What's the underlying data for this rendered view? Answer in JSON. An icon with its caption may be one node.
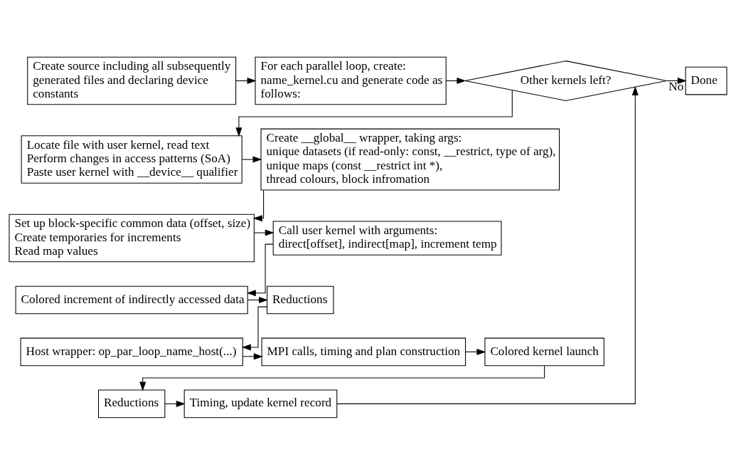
{
  "diagram": {
    "nodes": [
      {
        "text": [
          "Create source including all subsequently generated files and declaring device constants"
        ]
      },
      {
        "text": [
          "For each parallel loop, create: name_kernel.cu and generate code as follows:"
        ]
      },
      {
        "text": [
          "Other kernels left?"
        ]
      },
      {
        "text": [
          "Done"
        ]
      },
      {
        "text": [
          "Locate file with user kernel, read text",
          "Perform changes in access patterns (SoA)",
          "Paste user kernel with __device__ qualifier"
        ]
      },
      {
        "text": [
          "Create __global__ wrapper, taking args:",
          "unique datasets (if read-only: const, __restrict, type of arg),",
          "unique maps (const __restrict int *),",
          "thread colours, block infromation"
        ]
      },
      {
        "text": [
          "Set up block-specific common data (offset, size)",
          "Create temporaries for increments",
          "Read map values"
        ]
      },
      {
        "text": [
          "Call user kernel with arguments:",
          "direct[offset], indirect[map], increment temp"
        ]
      },
      {
        "text": [
          "Colored increment of indirectly accessed data"
        ]
      },
      {
        "text": [
          "Reductions"
        ]
      },
      {
        "text": [
          "Host wrapper: op_par_loop_name_host(...)"
        ]
      },
      {
        "text": [
          "MPI calls, timing and plan construction"
        ]
      },
      {
        "text": [
          "Colored kernel launch"
        ]
      },
      {
        "text": [
          "Reductions"
        ]
      },
      {
        "text": [
          "Timing, update kernel record"
        ]
      }
    ],
    "edges": [
      {
        "from": 0,
        "to": 1,
        "arrow": "to"
      },
      {
        "from": 1,
        "to": 2,
        "arrow": "to"
      },
      {
        "from": 2,
        "to": 3,
        "arrow": "to",
        "label": "No"
      },
      {
        "from": 2,
        "to": 4,
        "arrow": "to"
      },
      {
        "from": 4,
        "to": 5,
        "arrow": "to"
      },
      {
        "from": 5,
        "to": 6,
        "arrow": "to"
      },
      {
        "from": 6,
        "to": 7,
        "arrow": "to"
      },
      {
        "from": 7,
        "to": 8,
        "arrow": "to"
      },
      {
        "from": 8,
        "to": 9,
        "arrow": "to"
      },
      {
        "from": 9,
        "to": 10,
        "arrow": "to"
      },
      {
        "from": 10,
        "to": 11,
        "arrow": "to"
      },
      {
        "from": 11,
        "to": 12,
        "arrow": "to"
      },
      {
        "from": 12,
        "to": 13,
        "arrow": "to"
      },
      {
        "from": 13,
        "to": 14,
        "arrow": "to"
      },
      {
        "from": 14,
        "to": 2,
        "arrow": "to"
      }
    ]
  }
}
